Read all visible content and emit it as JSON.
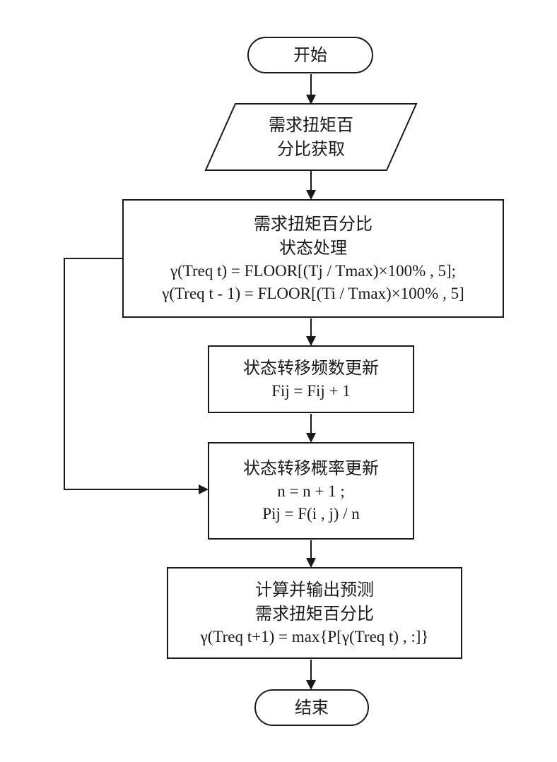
{
  "diagram": {
    "start": {
      "label": "开始"
    },
    "input": {
      "lines": [
        "需求扭矩百",
        "分比获取"
      ]
    },
    "state_processing": {
      "title_lines": [
        "需求扭矩百分比",
        "状态处理"
      ],
      "formulas": [
        "γ(Treq t) = FLOOR[(Tj / Tmax)×100% , 5];",
        "γ(Treq t - 1) = FLOOR[(Ti / Tmax)×100% , 5]"
      ]
    },
    "frequency_update": {
      "title": "状态转移频数更新",
      "formula": "Fij = Fij + 1"
    },
    "probability_update": {
      "title": "状态转移概率更新",
      "formulas": [
        "n = n + 1 ;",
        "Pij = F(i , j) / n"
      ]
    },
    "output": {
      "title_lines": [
        "计算并输出预测",
        "需求扭矩百分比"
      ],
      "formula": "γ(Treq t+1) = max{P[γ(Treq t) , :]}"
    },
    "end": {
      "label": "结束"
    }
  }
}
